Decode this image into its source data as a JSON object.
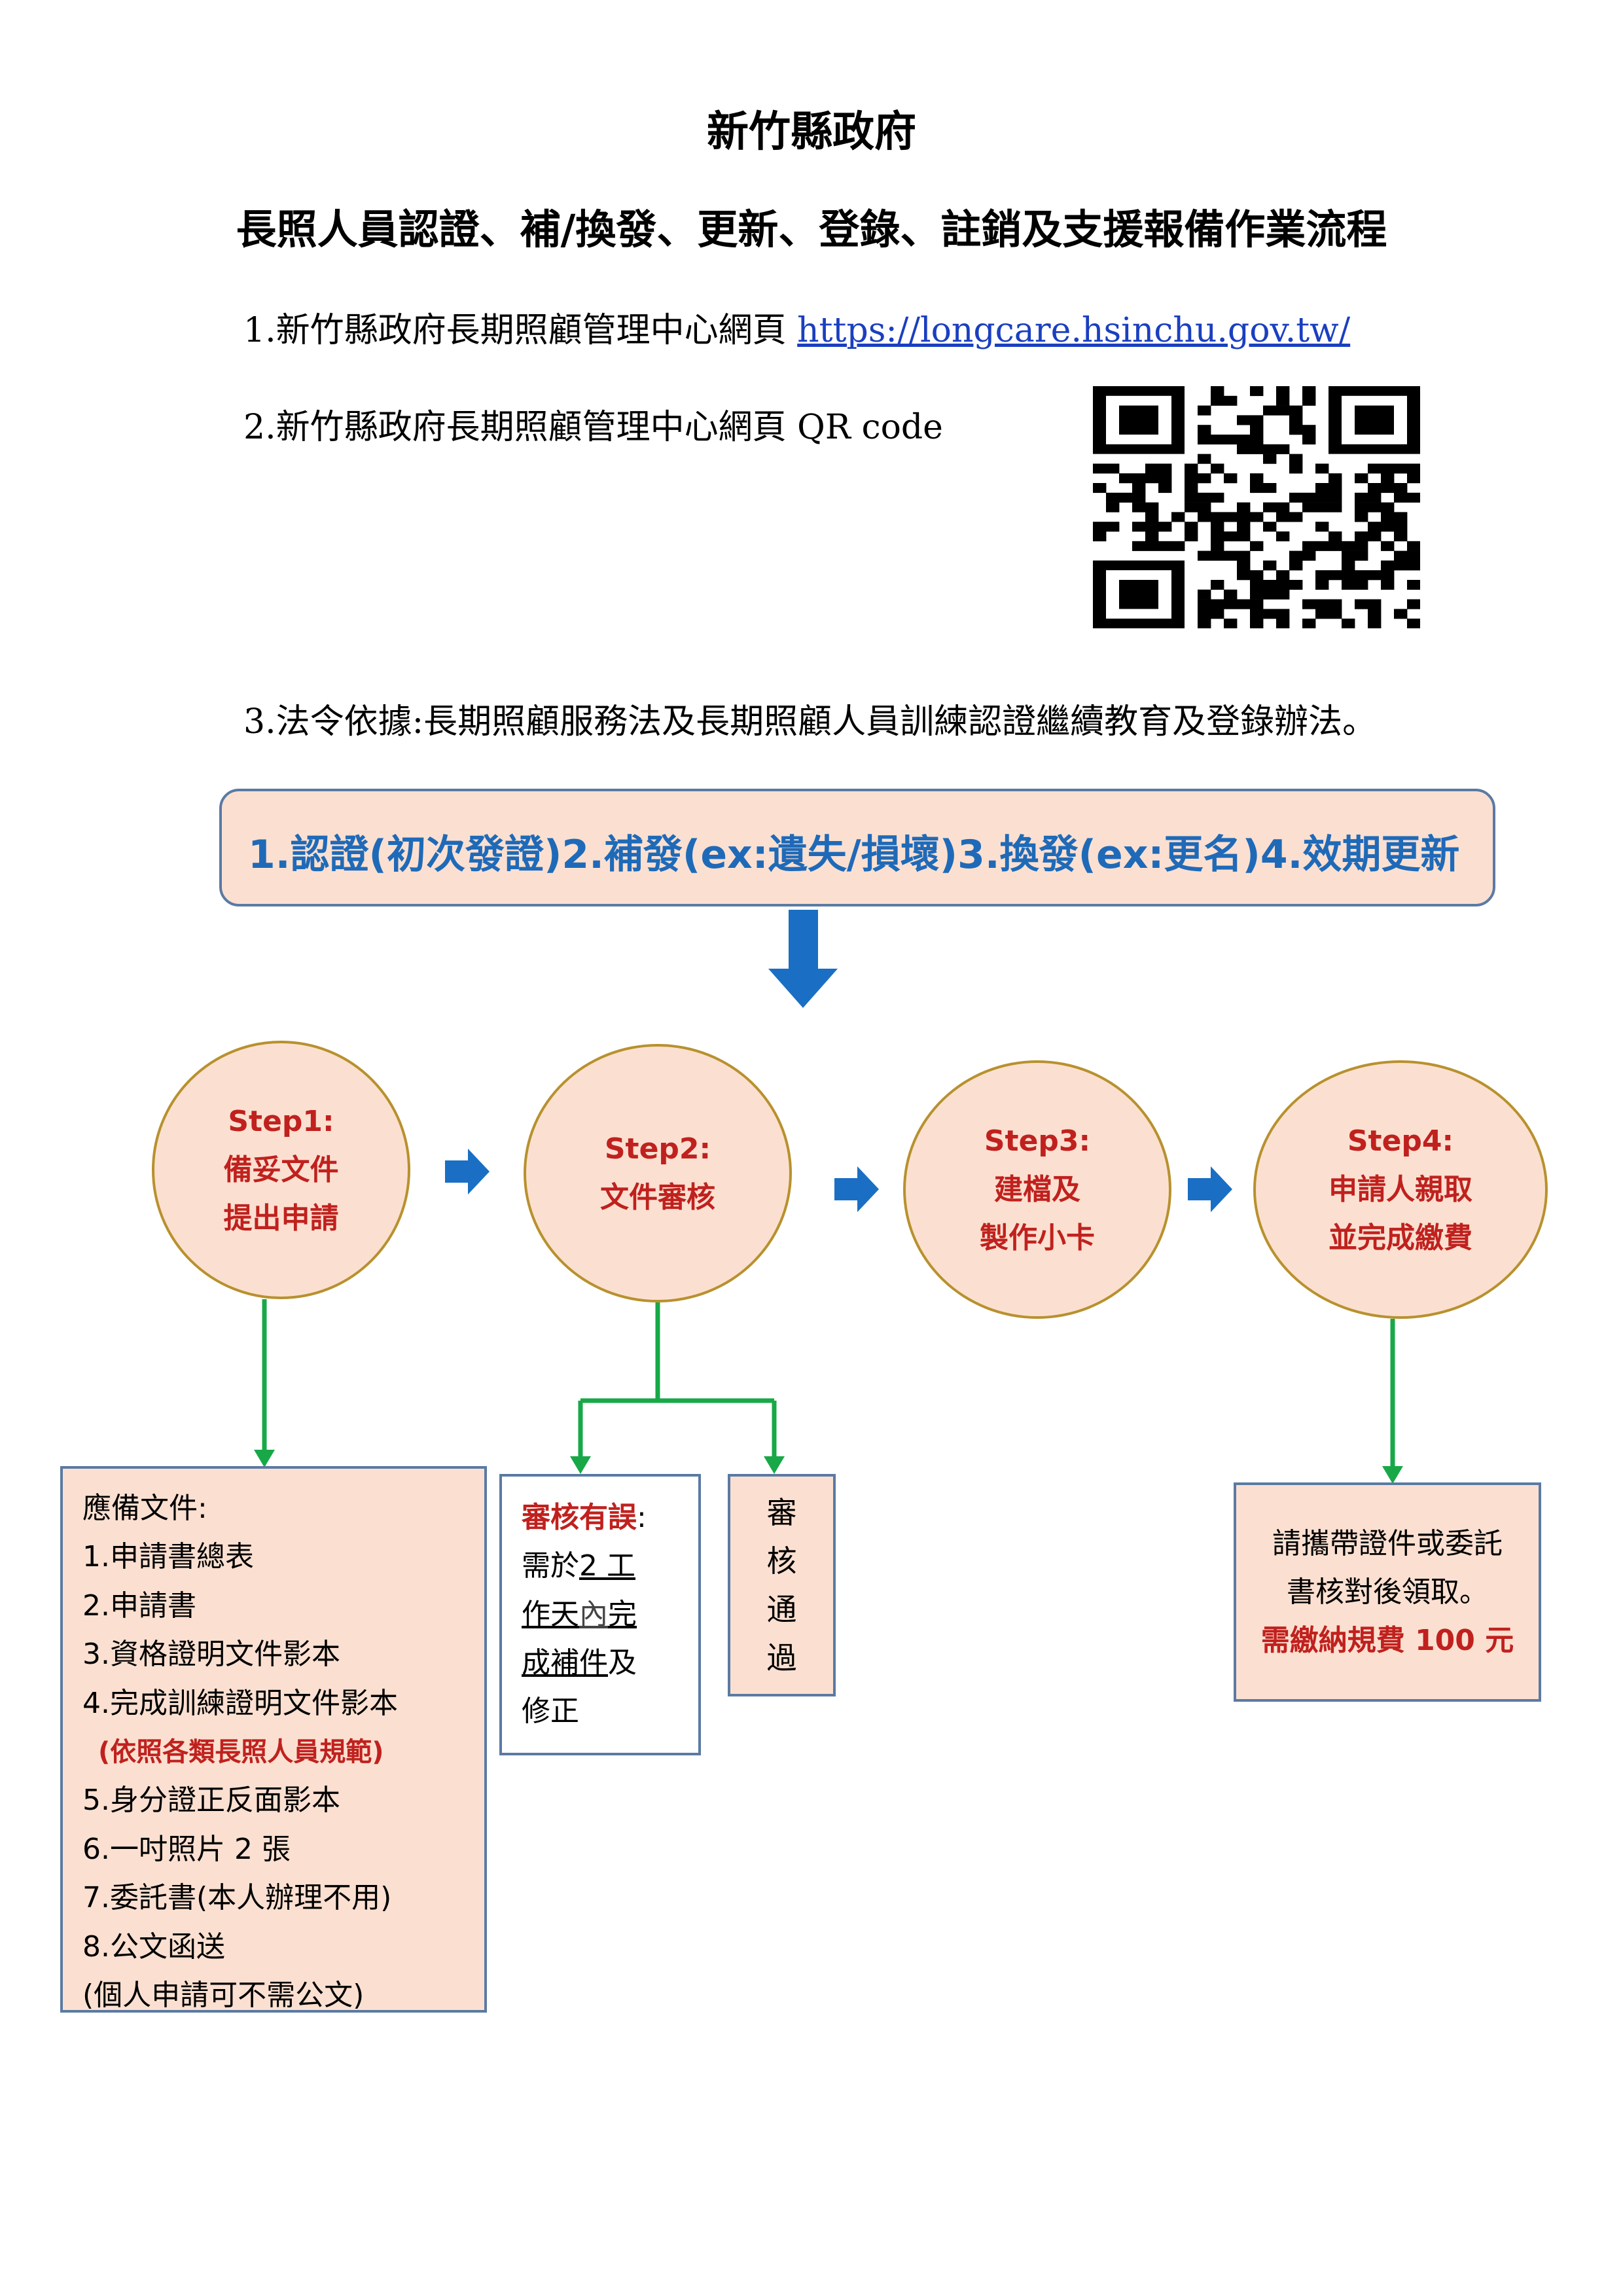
{
  "header": {
    "org": "新竹縣政府",
    "title": "長照人員認證、補/換發、更新、登錄、註銷及支援報備作業流程"
  },
  "info": {
    "line1_prefix": "1.新竹縣政府長期照顧管理中心網頁",
    "line1_url": "https://longcare.hsinchu.gov.tw/",
    "line2": "2.新竹縣政府長期照顧管理中心網頁 QR code",
    "line3": "3.法令依據:長期照顧服務法及長期照顧人員訓練認證繼續教育及登錄辦法。"
  },
  "banner": {
    "text": "1.認證(初次發證)2.補發(ex:遺失/損壞)3.換發(ex:更名)4.效期更新"
  },
  "steps": [
    {
      "id": "Step1:",
      "line1": "備妥文件",
      "line2": "提出申請"
    },
    {
      "id": "Step2:",
      "line1": "文件審核",
      "line2": ""
    },
    {
      "id": "Step3:",
      "line1": "建檔及",
      "line2": "製作小卡"
    },
    {
      "id": "Step4:",
      "line1": "申請人親取",
      "line2": "並完成繳費"
    }
  ],
  "documents": {
    "heading": "應備文件:",
    "items": [
      "1.申請書總表",
      "2.申請書",
      "3.資格證明文件影本",
      "4.完成訓練證明文件影本",
      "(依照各類長照人員規範)",
      "5.身分證正反面影本",
      "6.一吋照片 2 張",
      "7.委託書(本人辦理不用)",
      "8.公文函送",
      "(個人申請可不需公文)"
    ]
  },
  "review_error": {
    "label": "審核有誤",
    "colon": ":",
    "l2a": "需於",
    "l2b": "2 工",
    "l3a": "作天",
    "l3b": "內",
    "l3c": "完",
    "l4a": "成補件",
    "l4b": "及",
    "l5": "修正"
  },
  "review_pass": {
    "chars": [
      "審",
      "核",
      "通",
      "過"
    ]
  },
  "pickup": {
    "line1": "請攜帶證件或委託",
    "line2": "書核對後領取。",
    "line3": "需繳納規費 100 元"
  },
  "colors": {
    "fill": "#fbe0d1",
    "box_border": "#5a7aa3",
    "circle_border": "#b8912e",
    "blue_text": "#1f6ab8",
    "red_text": "#c0211e",
    "arrow_blue": "#1a6fc4",
    "connector_green": "#18a848"
  }
}
